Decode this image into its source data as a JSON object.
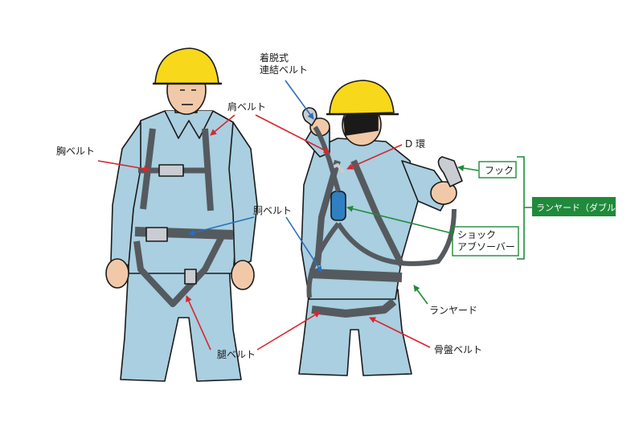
{
  "labels": {
    "chest_belt": "胸ベルト",
    "shoulder_belt": "肩ベルト",
    "waist_belt": "胴ベルト",
    "leg_belt": "腿ベルト",
    "detachable_belt_line1": "着脱式",
    "detachable_belt_line2": "連結ベルト",
    "d_ring": "D 環",
    "hook": "フック",
    "lanyard_double": "ランヤード（ダブル）",
    "shock_absorber_line1": "ショック",
    "shock_absorber_line2": "アブソーバー",
    "lanyard": "ランヤード",
    "pelvic_belt": "骨盤ベルト"
  },
  "colors": {
    "suit": "#a9cfe0",
    "suit_shadow": "#7fb3cc",
    "outline": "#1a1a1a",
    "belt": "#555a5f",
    "helmet": "#f7d81a",
    "skin": "#f2c9a8",
    "absorber": "#2f7fc1",
    "arrow_red": "#d9262e",
    "arrow_blue": "#2a6fb8",
    "arrow_green": "#1f8a3b",
    "green_box": "#1f8a3b"
  }
}
